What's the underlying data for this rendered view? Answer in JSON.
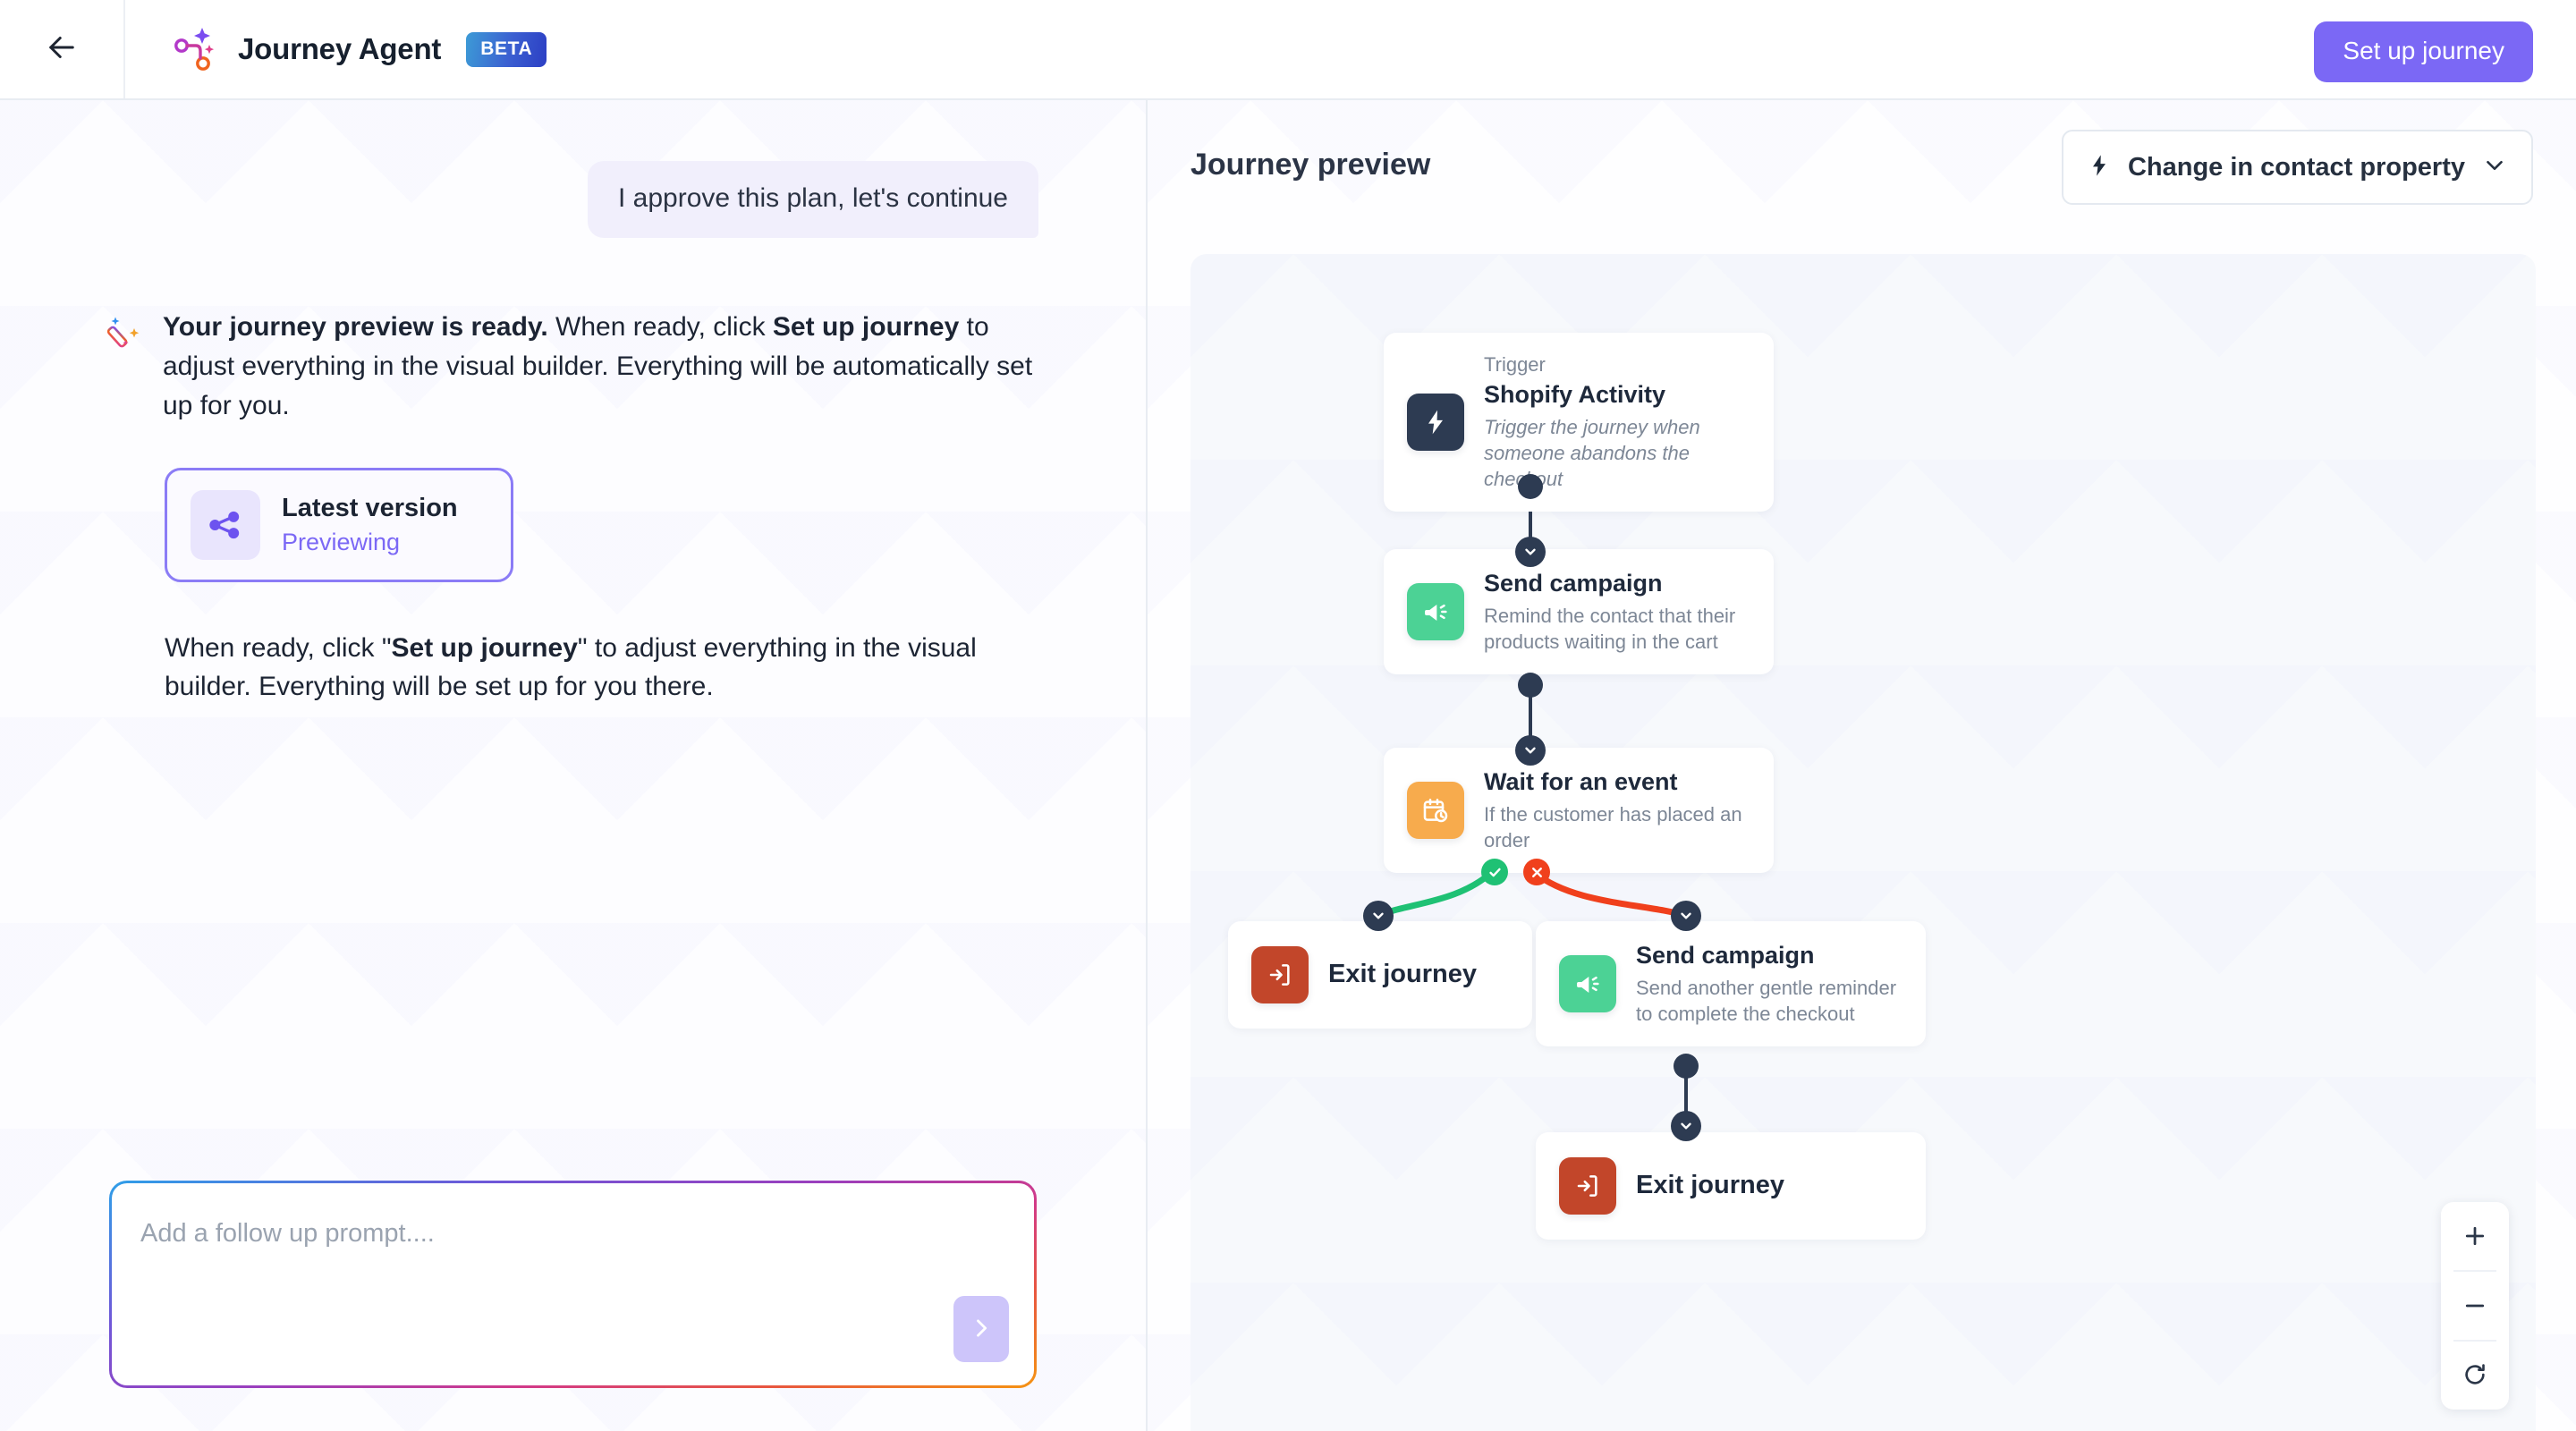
{
  "header": {
    "back_icon": "arrow-left-icon",
    "logo_icon": "journey-agent-logo-icon",
    "title": "Journey Agent",
    "badge": "BETA",
    "primary_action": "Set up journey"
  },
  "chat": {
    "user_message": "I approve this plan, let's continue",
    "assistant_icon": "magic-wand-icon",
    "assistant_message": {
      "bold_lead": "Your journey preview is ready.",
      "mid_1": " When ready, click ",
      "bold_mid": "Set up journey",
      "mid_2": " to adjust everything in the visual builder. Everything will be automatically set up for you."
    },
    "version_card": {
      "icon": "share-nodes-icon",
      "title": "Latest version",
      "status": "Previewing"
    },
    "closing_message": {
      "pre": "When ready, click \"",
      "bold": "Set up journey",
      "post": "\" to adjust everything in the visual builder. Everything will be set up for you there."
    },
    "input": {
      "placeholder": "Add a follow up prompt....",
      "value": "",
      "send_icon": "chevron-right-icon"
    }
  },
  "preview": {
    "title": "Journey preview",
    "trigger_select": {
      "icon": "lightning-bolt-icon",
      "label": "Change in contact property",
      "caret_icon": "chevron-down-icon"
    },
    "zoom_controls": {
      "zoom_in": "+",
      "zoom_out": "−",
      "reset_icon": "refresh-icon"
    },
    "nodes": [
      {
        "id": "trigger",
        "icon": "lightning-bolt-icon",
        "icon_color": "#2d3b52",
        "kicker": "Trigger",
        "title": "Shopify Activity",
        "desc": "Trigger the journey when someone abandons the checkout",
        "desc_italic": true
      },
      {
        "id": "send-campaign-1",
        "icon": "megaphone-icon",
        "icon_color": "#4cd295",
        "kicker": "",
        "title": "Send campaign",
        "desc": "Remind the contact that their products waiting in the cart",
        "desc_italic": false
      },
      {
        "id": "wait-for-event",
        "icon": "calendar-clock-icon",
        "icon_color": "#f7ab4d",
        "kicker": "",
        "title": "Wait for an event",
        "desc": "If the customer has placed an order",
        "desc_italic": false
      },
      {
        "id": "exit-journey-yes",
        "icon": "exit-door-icon",
        "icon_color": "#c2462a",
        "kicker": "",
        "title": "Exit journey",
        "desc": "",
        "desc_italic": false
      },
      {
        "id": "send-campaign-2",
        "icon": "megaphone-icon",
        "icon_color": "#4cd295",
        "kicker": "",
        "title": "Send campaign",
        "desc": "Send another gentle reminder to complete the checkout",
        "desc_italic": false
      },
      {
        "id": "exit-journey-no",
        "icon": "exit-door-icon",
        "icon_color": "#c2462a",
        "kicker": "",
        "title": "Exit journey",
        "desc": "",
        "desc_italic": false
      }
    ],
    "branch_badges": {
      "yes": "check-icon",
      "no": "x-icon"
    },
    "edge_colors": {
      "yes": "#1fc174",
      "no": "#f0401c",
      "default": "#2d3b52"
    }
  },
  "colors": {
    "accent": "#7b68f5",
    "accent_soft": "#e9e5fd",
    "ink": "#1e293b",
    "muted": "#7d8796",
    "canvas": "#f7f9fc",
    "beta_gradient_from": "#3d9bd6",
    "beta_gradient_to": "#2c3fc4"
  }
}
